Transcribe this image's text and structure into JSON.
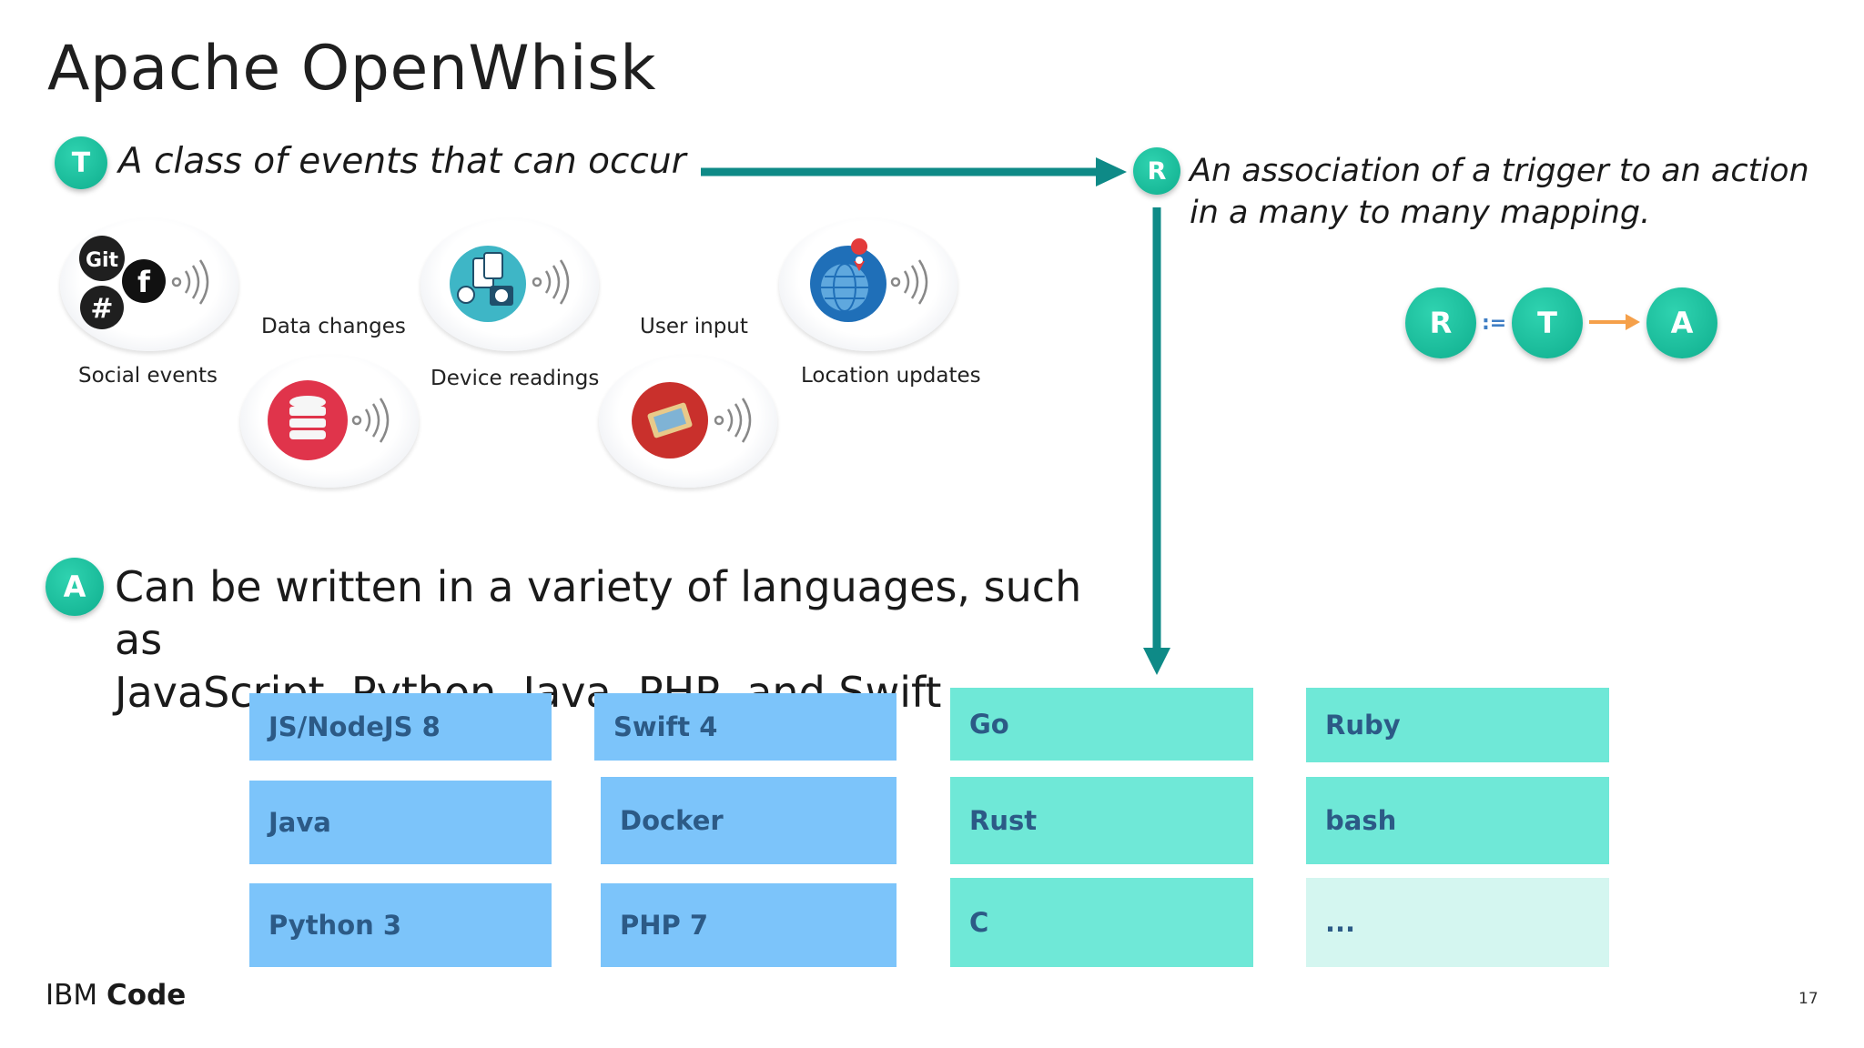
{
  "title": "Apache OpenWhisk",
  "trigger": {
    "badge": "T",
    "text": "A class of events that can occur"
  },
  "rule": {
    "badge": "R",
    "line1": "An association of a trigger to an action",
    "line2": "in a many to many mapping.",
    "formula": {
      "r": "R",
      "assign": ":=",
      "t": "T",
      "a": "A"
    }
  },
  "events": {
    "social": "Social events",
    "data": "Data changes",
    "device": "Device readings",
    "user": "User input",
    "location": "Location updates",
    "git_logo_text": "Git"
  },
  "action": {
    "badge": "A",
    "line1": "Can be written in a variety of languages, such as",
    "line2": "JavaScript, Python, Java, PHP, and Swift"
  },
  "languages": {
    "col1": [
      "JS/NodeJS 8",
      "Java",
      "Python 3"
    ],
    "col2": [
      "Swift 4",
      "Docker",
      "PHP 7"
    ],
    "col3": [
      "Go",
      "Rust",
      "C"
    ],
    "col4": [
      "Ruby",
      "bash",
      "..."
    ]
  },
  "footer": {
    "brand_light": "IBM",
    "brand_bold": "Code",
    "page": "17"
  },
  "colors": {
    "teal_badge": "#16b596",
    "arrow": "#0e8a87",
    "blue_box": "#7cc4fa",
    "teal_box": "#6fe8d7",
    "light_box": "#d4f6f0",
    "orange_arrow": "#f5a04a"
  }
}
